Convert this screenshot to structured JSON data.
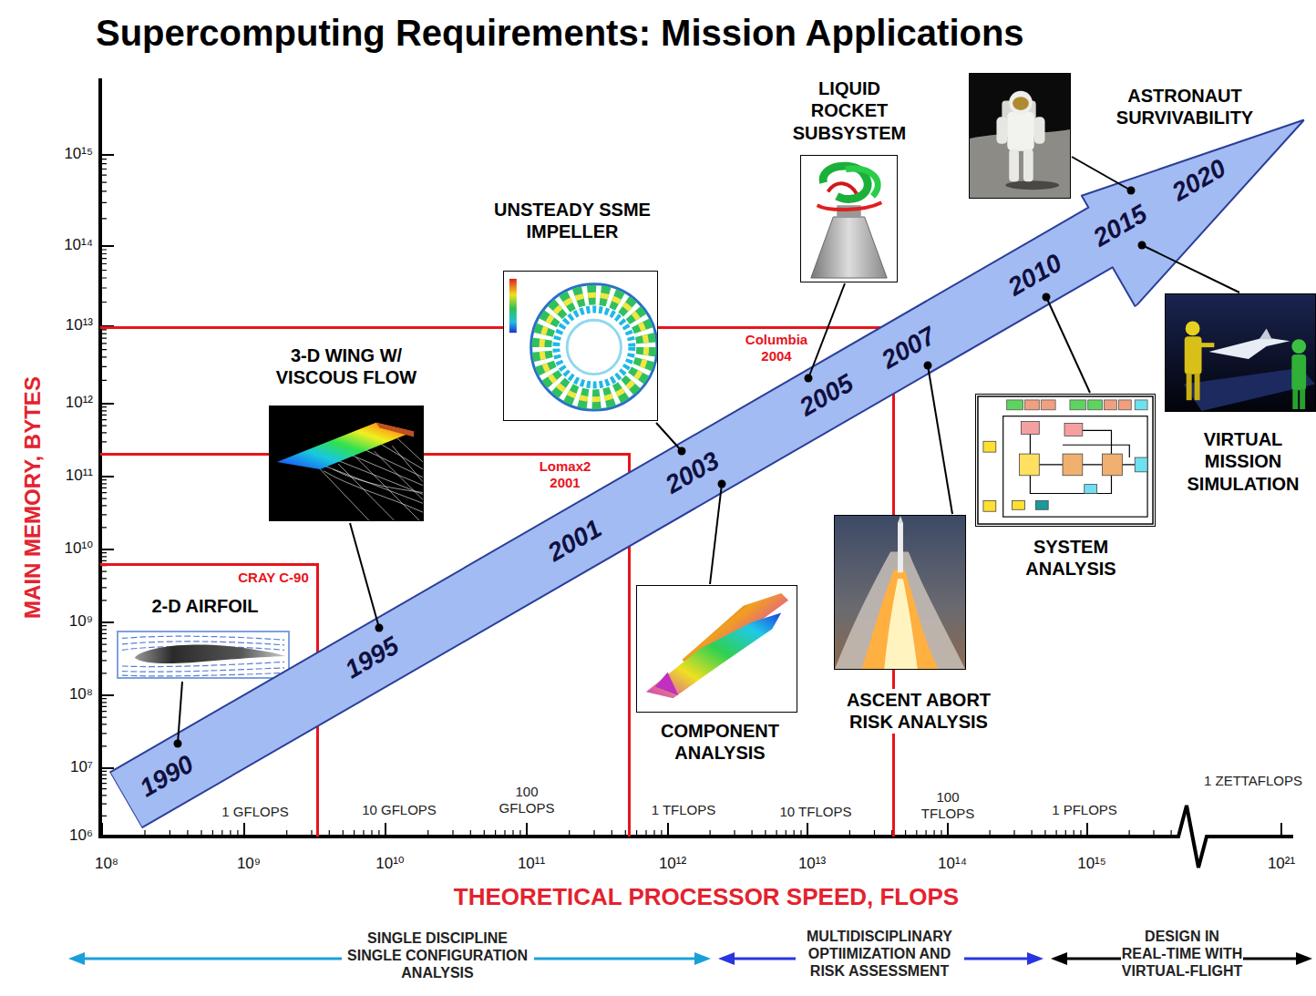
{
  "diagram": {
    "title": "Supercomputing Requirements: Mission Applications",
    "nodes": [
      {
        "text": [
          "Columbia 2004"
        ]
      },
      {
        "text": [
          "Lomax2 2001"
        ],
        "in": 0
      },
      {
        "text": [
          "CRAY C-90"
        ],
        "in": 1
      },
      {
        "text": [
          "2-D AIRFOIL"
        ],
        "in": 2
      },
      {
        "text": [
          "3-D WING W/ VISCOUS FLOW"
        ],
        "in": 0
      },
      {
        "text": [
          "COMPONENT ANALYSIS"
        ],
        "in": 0
      },
      {
        "text": [
          "UNSTEADY SSME IMPELLER"
        ]
      },
      {
        "text": [
          "LIQUID ROCKET SUBSYSTEM"
        ]
      },
      {
        "text": [
          "ASTRONAUT SURVIVABILITY"
        ]
      },
      {
        "text": [
          "ASCENT ABORT RISK ANALYSIS"
        ]
      },
      {
        "text": [
          "SYSTEM ANALYSIS"
        ]
      },
      {
        "text": [
          "VIRTUAL MISSION SIMULATION"
        ]
      },
      {
        "text": [
          "1990",
          "1995",
          "2001",
          "2003",
          "2005",
          "2007",
          "2010",
          "2015",
          "2020"
        ]
      }
    ],
    "labels": [
      "10¹⁵",
      "10¹⁴",
      "10¹³",
      "10¹²",
      "10¹¹",
      "10¹⁰",
      "10⁹",
      "10⁸",
      "10⁷",
      "10⁶",
      "MAIN MEMORY, BYTES",
      "1 GFLOPS",
      "10 GFLOPS",
      "100 GFLOPS",
      "1 TFLOPS",
      "10 TFLOPS",
      "100 TFLOPS",
      "1 PFLOPS",
      "1 ZETTAFLOPS",
      "10⁸",
      "10⁹",
      "10¹⁰",
      "10¹¹",
      "10¹²",
      "10¹³",
      "10¹⁴",
      "10¹⁵",
      "10²¹",
      "THEORETICAL PROCESSOR SPEED, FLOPS",
      "SINGLE DISCIPLINE SINGLE CONFIGURATION ANALYSIS",
      "MULTIDISCIPLINARY OPTIIMIZATION AND RISK ASSESSMENT",
      "DESIGN IN REAL-TIME WITH VIRTUAL-FLIGHT"
    ]
  }
}
